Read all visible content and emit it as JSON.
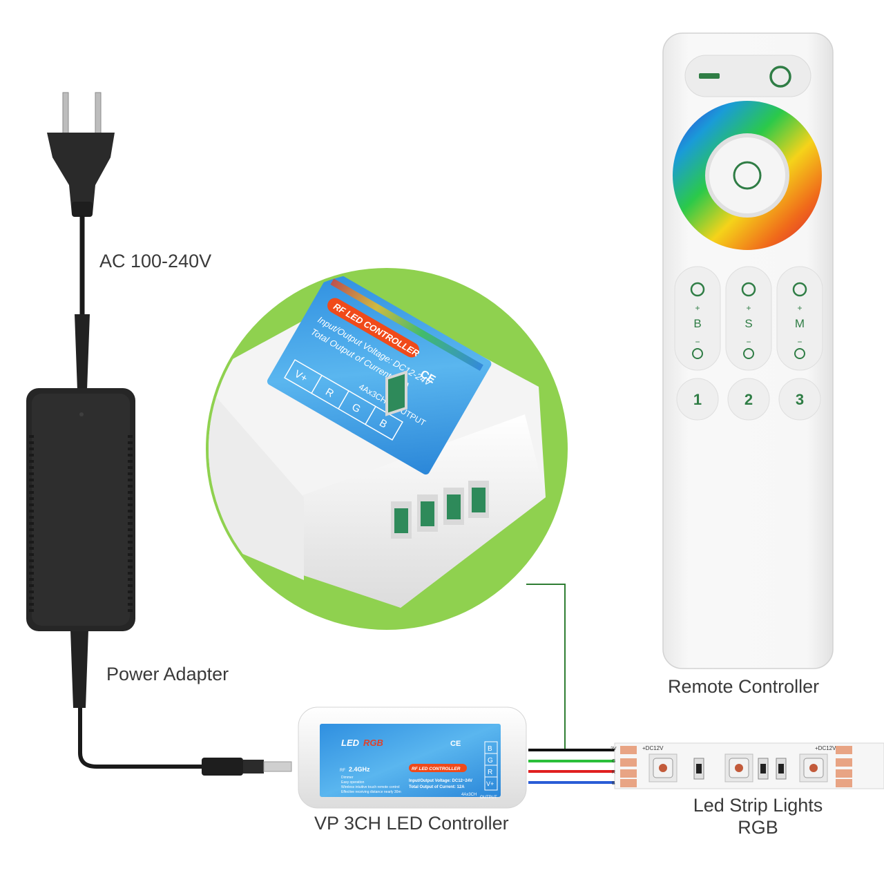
{
  "labels": {
    "ac_input": "AC 100-240V",
    "power_adapter": "Power Adapter",
    "led_controller": "VP 3CH LED Controller",
    "remote_controller": "Remote Controller",
    "led_strip_line1": "Led Strip Lights",
    "led_strip_line2": "RGB"
  },
  "controller_zoom": {
    "title": "RF LED CONTROLLER",
    "voltage": "Input/Output Voltage: DC12-24V",
    "current": "Total Output of Current: 12A",
    "channels": "4Ax3CH",
    "output": "OUTPUT",
    "terminals": [
      "V+",
      "R",
      "G",
      "B"
    ]
  },
  "controller_small": {
    "brand_led": "LED",
    "brand_rgb": "RGB",
    "rf": "RF",
    "freq": "2.4GHz",
    "features": [
      "Dimmer",
      "Easy operation",
      "Wireless intuitive touch remote control",
      "Effective receiving distance nearly 30m"
    ],
    "title": "RF LED CONTROLLER",
    "voltage": "Input/Output Voltage: DC12~24V",
    "current": "Total Output of Current: 12A",
    "channels": "4Ax3CH",
    "output": "OUTPUT",
    "terminals": [
      "B",
      "G",
      "R",
      "V+"
    ]
  },
  "remote": {
    "groups": [
      {
        "letter": "B",
        "plus": "+",
        "minus": "−",
        "icon": "sun-icon"
      },
      {
        "letter": "S",
        "plus": "+",
        "minus": "−",
        "icon": "speed-icon"
      },
      {
        "letter": "M",
        "plus": "+",
        "minus": "−",
        "icon": "mode-icon"
      }
    ],
    "zones": [
      "1",
      "2",
      "3"
    ]
  },
  "strip": {
    "voltage_label": "+DC12V",
    "pins": [
      "2V",
      "G",
      "R",
      "B"
    ]
  },
  "colors": {
    "accent_green": "#8fd14f",
    "remote_green": "#2f7d45",
    "wire_black": "#111111",
    "wire_green": "#2bbf3a",
    "wire_red": "#e02020",
    "wire_blue": "#2a5cd6",
    "leader_line": "#2e7d32"
  }
}
